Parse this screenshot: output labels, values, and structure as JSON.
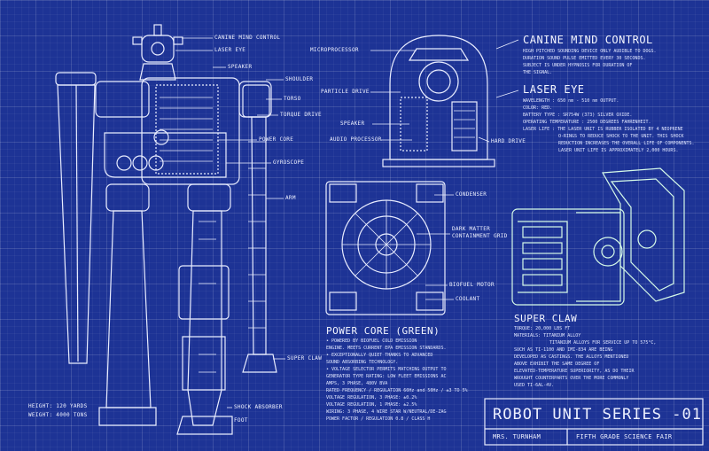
{
  "labels": {
    "canine_mind_control": "CANINE MIND CONTROL",
    "laser_eye": "LASER EYE",
    "speaker": "SPEAKER",
    "shoulder": "SHOULDER",
    "torso": "TORSO",
    "torque_drive": "TORQUE DRIVE",
    "power_core": "POWER CORE",
    "gyroscope": "GYROSCOPE",
    "arm": "ARM",
    "super_claw": "SUPER CLAW",
    "shock_absorber": "SHOCK ABSORBER",
    "foot": "FOOT",
    "microprocessor": "MICROPROCESSOR",
    "particle_drive": "PARTICLE DRIVE",
    "speaker2": "SPEAKER",
    "audio_processor": "AUDIO PROCESSOR",
    "hard_drive": "HARD DRIVE",
    "condenser": "CONDENSER",
    "dark_matter": "DARK MATTER",
    "containment_grid": "CONTAINMENT GRID",
    "biofuel_motor": "BIOFUEL MOTOR",
    "coolant": "COOLANT"
  },
  "dimensions": {
    "height": "HEIGHT: 120 YARDS",
    "weight": "WEIGHT: 4000 TONS"
  },
  "canine": {
    "heading": "CANINE MIND CONTROL",
    "lines": [
      "HIGH PITCHED SOUNDING DEVICE ONLY AUDIBLE TO DOGS.",
      "DURATION SOUND PULSE EMITTED EVERY 30 SECONDS.",
      "SUBJECT IS UNDER HYPNOSIS FOR DURATION OF",
      "THE SIGNAL."
    ]
  },
  "laser": {
    "heading": "LASER EYE",
    "lines": [
      "WAVELENGTH : 650 nm - 510 nm OUTPUT.",
      "COLOR: RED.",
      "BATTERY TYPE : SR754W (373) SILVER OXIDE.",
      "OPERATING TEMPERATURE : 2500 DEGREES FAHRENHEIT.",
      "LASER LIFE : THE LASER UNIT IS RUBBER ISOLATED BY 4 NEOPRENE",
      "O-RINGS TO REDUCE SHOCK TO THE UNIT. THIS SHOCK",
      "REDUCTION INCREASES THE OVERALL LIFE OF COMPONENTS.",
      "LASER UNIT LIFE IS APPROXIMATELY 2,000 HOURS."
    ]
  },
  "power": {
    "heading": "POWER CORE (GREEN)",
    "lines": [
      "• POWERED BY BIOFUEL COLD EMISSION",
      "ENGINE. MEETS CURRENT EPA EMISSION STANDARDS.",
      "• EXCEPTIONALLY QUIET THANKS TO ADVANCED",
      "SOUND ABSORBING TECHNOLOGY.",
      "• VOLTAGE SELECTOR PERMITS MATCHING OUTPUT TO",
      "GENERATOR TYPE RATING: LOW FLEET EMISSIONS AC",
      "AMPS, 3 PHASE, 480V BVA",
      "RATED FREQUENCY / REGULATION 60Hz and 50Hz / ±3 TO 5%",
      "VOLTAGE REGULATION, 3 PHASE: ±0.2%",
      "VOLTAGE REGULATION, 1 PHASE: ±2.5%",
      "WIRING: 3 PHASE, 4 WIRE STAR W/NEUTRAL/DE-ZAG",
      "POWER FACTOR / REGULATION 0.8 / CLASS H"
    ]
  },
  "claw": {
    "heading": "SUPER CLAW",
    "lines": [
      "TORQUE: 20,000 LBS FT",
      "MATERIALS: TITANIUM ALLOY",
      "TITANIUM ALLOYS FOR SERVICE UP TO 575°C,",
      "SUCH AS TI-1100 AND IMI-834 ARE BEING",
      "DEVELOPED AS CASTINGS. THE ALLOYS MENTIONED",
      "ABOVE EXHIBIT THE SAME DEGREE OF",
      "ELEVATED-TEMPERATURE SUPERIORITY, AS DO THEIR",
      "WROUGHT COUNTERPARTS OVER THE MORE COMMONLY",
      "USED TI-6AL-4V."
    ]
  },
  "titleblock": {
    "title": "ROBOT UNIT SERIES -01",
    "teacher": "MRS. TURNHAM",
    "event": "FIFTH GRADE SCIENCE FAIR"
  },
  "colors": {
    "background": "#1d3395",
    "ink": "#eef1ff",
    "claw_glow": "#c9f5e0"
  }
}
